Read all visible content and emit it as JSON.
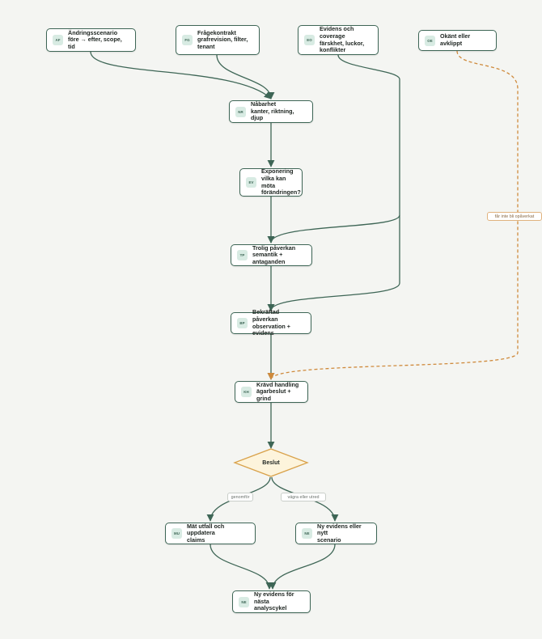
{
  "nodes": {
    "af": {
      "badge": "AF",
      "line1": "Ändringsscenario",
      "line2": "före → efter, scope, tid"
    },
    "fg": {
      "badge": "FG",
      "line1": "Frågekontrakt",
      "line2": "grafrevision, filter,",
      "line3": "tenant"
    },
    "eo": {
      "badge": "EO",
      "line1": "Evidens och coverage",
      "line2": "färskhet, luckor,",
      "line3": "konflikter"
    },
    "oe": {
      "badge": "OE",
      "line1": "Okänt eller avklippt"
    },
    "nr": {
      "badge": "NR",
      "line1": "Nåbarhet",
      "line2": "kanter, riktning, djup"
    },
    "ev": {
      "badge": "EV",
      "line1": "Exponering",
      "line2": "vilka kan möta",
      "line3": "förändringen?"
    },
    "tp": {
      "badge": "TP",
      "line1": "Trolig påverkan",
      "line2": "semantik + antaganden"
    },
    "bp": {
      "badge": "BP",
      "line1": "Bekräftad påverkan",
      "line2": "observation + evidens"
    },
    "kh": {
      "badge": "KH",
      "line1": "Krävd handling",
      "line2": "ägarbeslut + grind"
    },
    "mu": {
      "badge": "MU",
      "line1": "Mät utfall och uppdatera",
      "line2": "claims"
    },
    "ne1": {
      "badge": "NE",
      "line1": "Ny evidens eller nytt",
      "line2": "scenario"
    },
    "ne2": {
      "badge": "NE",
      "line1": "Ny evidens för nästa",
      "line2": "analyscykel"
    }
  },
  "decision": {
    "label": "Beslut"
  },
  "edge_labels": {
    "unknown": "får inte bli opåverkat",
    "yes": "genomför",
    "no": "vägra eller utred"
  },
  "colors": {
    "edge": "#3e6656",
    "dashed_edge": "#cf8a3c",
    "node_border": "#3e6656",
    "badge_bg": "#d8ebe3",
    "decision_fill": "#fdf4dc",
    "decision_stroke": "#d9a24b",
    "background": "#f4f5f2"
  }
}
